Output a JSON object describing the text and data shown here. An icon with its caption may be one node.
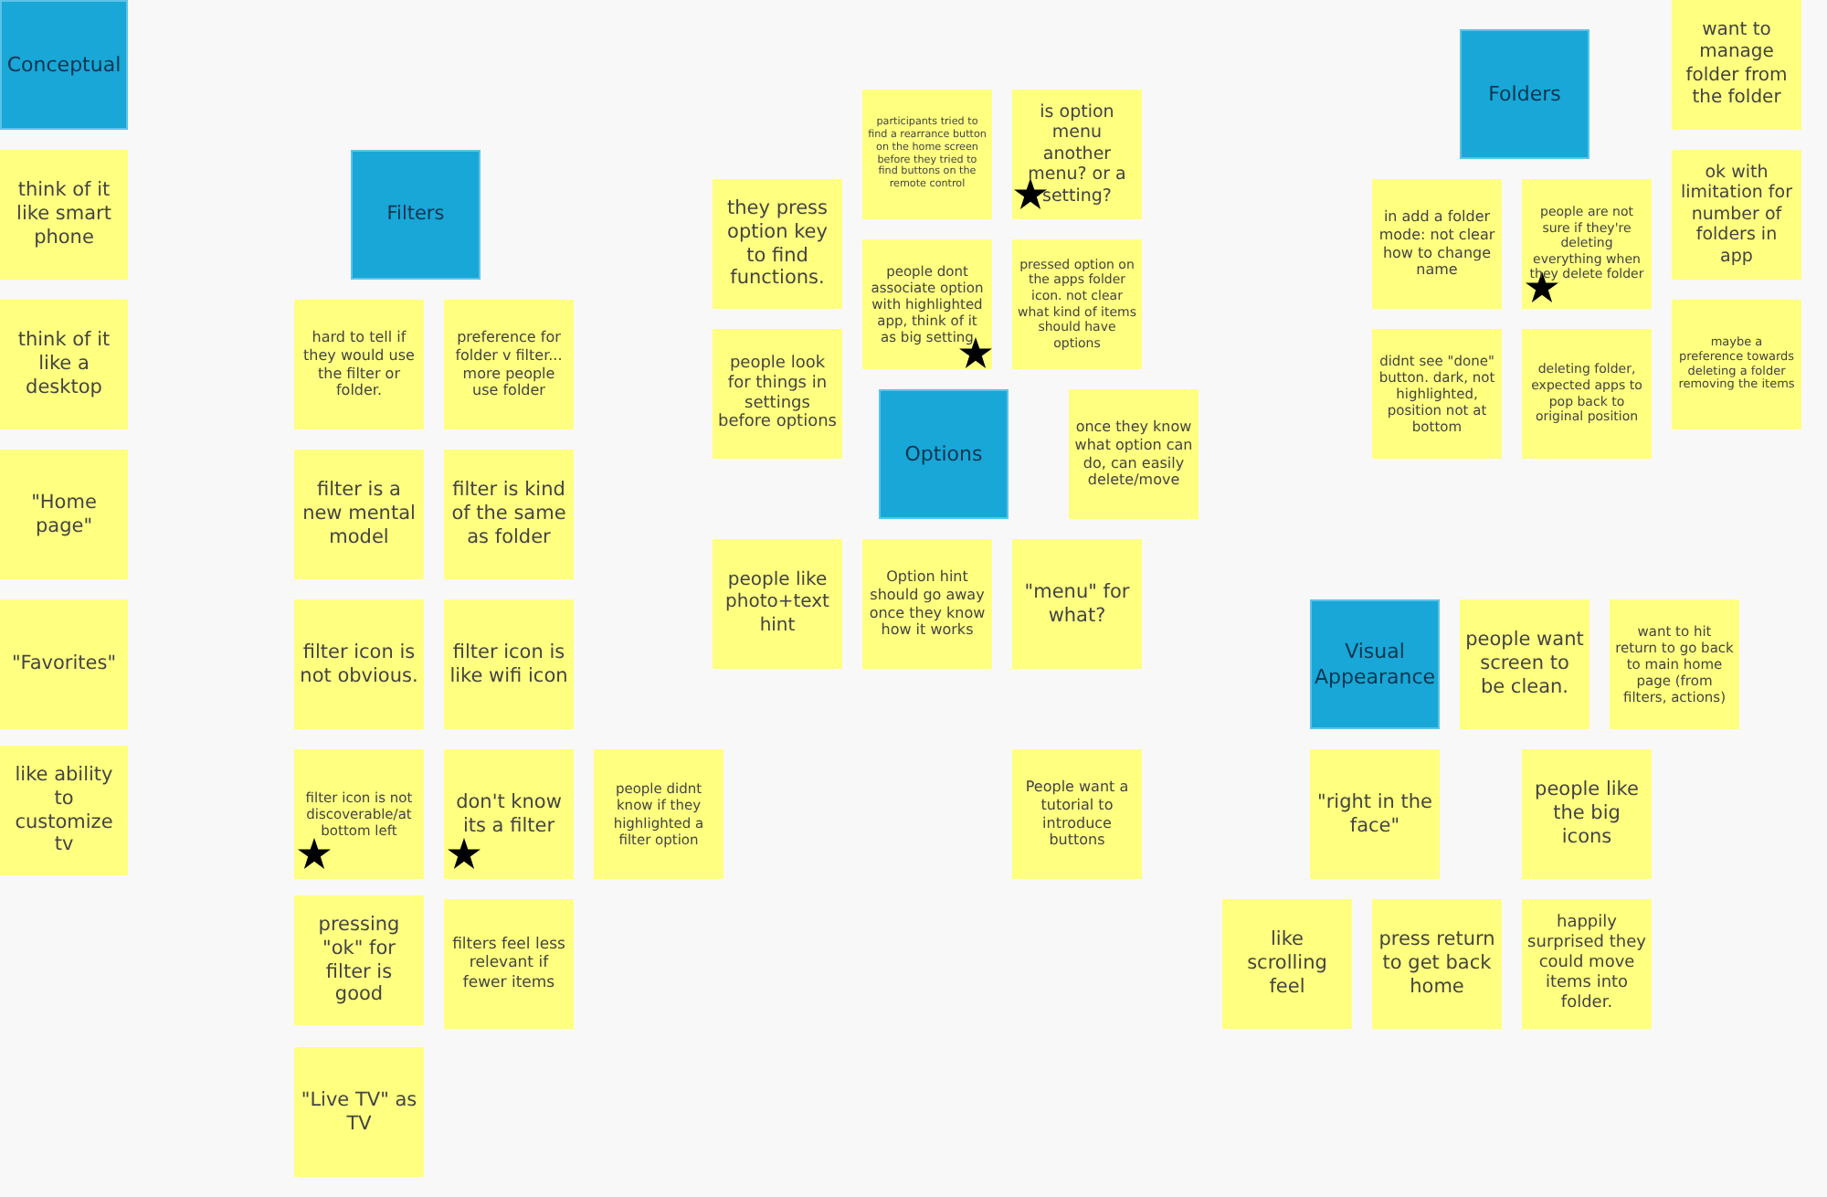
{
  "diagram": {
    "nodes": [
      {
        "text": [
          "Conceptual"
        ]
      },
      {
        "text": [
          "think of it like smart phone"
        ]
      },
      {
        "text": [
          "think of it like a desktop"
        ]
      },
      {
        "text": [
          "\"Home page\""
        ]
      },
      {
        "text": [
          "\"Favorites\""
        ]
      },
      {
        "text": [
          "like ability to customize tv"
        ]
      },
      {
        "text": [
          "Filters"
        ]
      },
      {
        "text": [
          "hard to tell if they would use the filter or folder."
        ]
      },
      {
        "text": [
          "preference for folder v filter... more people use folder"
        ]
      },
      {
        "text": [
          "filter is a new mental model"
        ]
      },
      {
        "text": [
          "filter is kind of the same as folder"
        ]
      },
      {
        "text": [
          "filter icon is not obvious."
        ]
      },
      {
        "text": [
          "filter icon is like wifi icon"
        ]
      },
      {
        "text": [
          "filter icon is not discoverable/at bottom left"
        ]
      },
      {
        "text": [
          "don't know its a filter"
        ]
      },
      {
        "text": [
          "people didnt know if they highlighted a filter option"
        ]
      },
      {
        "text": [
          "pressing \"ok\" for filter is good"
        ]
      },
      {
        "text": [
          "filters feel less relevant if fewer items"
        ]
      },
      {
        "text": [
          "\"Live TV\" as TV"
        ]
      },
      {
        "text": [
          "participants tried to find a rearrance button on the home screen before they tried to find buttons on the remote control"
        ]
      },
      {
        "text": [
          "is option menu another menu? or a setting?"
        ]
      },
      {
        "text": [
          "they press option key to find functions."
        ]
      },
      {
        "text": [
          "people dont associate option with highlighted app, think of it as big setting"
        ]
      },
      {
        "text": [
          "pressed option on the apps folder icon. not clear what kind of items should have options"
        ]
      },
      {
        "text": [
          "people look for things in settings before options"
        ]
      },
      {
        "text": [
          "Options"
        ]
      },
      {
        "text": [
          "once they know what option can do, can easily delete/move"
        ]
      },
      {
        "text": [
          "people like photo+text hint"
        ]
      },
      {
        "text": [
          "Option hint should go away once they know how it works"
        ]
      },
      {
        "text": [
          "\"menu\" for what?"
        ]
      },
      {
        "text": [
          "People want a tutorial to introduce buttons"
        ]
      },
      {
        "text": [
          "want to manage folder from the folder"
        ]
      },
      {
        "text": [
          "Folders"
        ]
      },
      {
        "text": [
          "in add a folder mode: not clear how to change name"
        ]
      },
      {
        "text": [
          "people are not sure if they're deleting everything when they delete folder"
        ]
      },
      {
        "text": [
          "ok with limitation for number of folders in app"
        ]
      },
      {
        "text": [
          "didnt see \"done\" button. dark, not highlighted, position not at bottom"
        ]
      },
      {
        "text": [
          "deleting folder, expected apps to pop back to original position"
        ]
      },
      {
        "text": [
          "maybe a preference towards deleting a folder removing the items"
        ]
      },
      {
        "text": [
          "Visual Appearance"
        ]
      },
      {
        "text": [
          "people want screen to be clean."
        ]
      },
      {
        "text": [
          "want to hit return to go back to main home page (from filters, actions)"
        ]
      },
      {
        "text": [
          "\"right in the face\""
        ]
      },
      {
        "text": [
          "people like the big icons"
        ]
      },
      {
        "text": [
          "like scrolling feel"
        ]
      },
      {
        "text": [
          "press return to get back home"
        ]
      },
      {
        "text": [
          "happily surprised they could move items into folder."
        ]
      }
    ]
  }
}
